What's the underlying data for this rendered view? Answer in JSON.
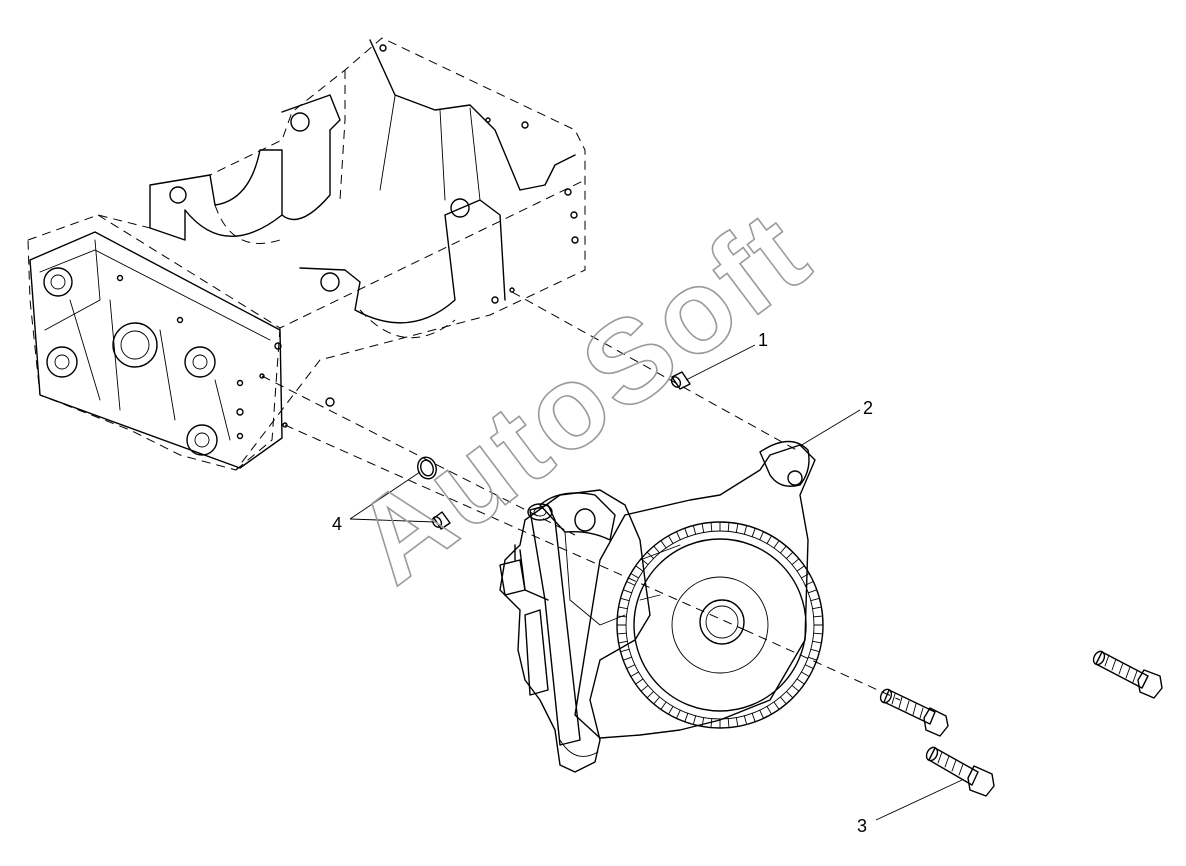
{
  "watermark": "AutoSoft",
  "callouts": {
    "c1": "1",
    "c2": "2",
    "c3": "3",
    "c4": "4"
  }
}
